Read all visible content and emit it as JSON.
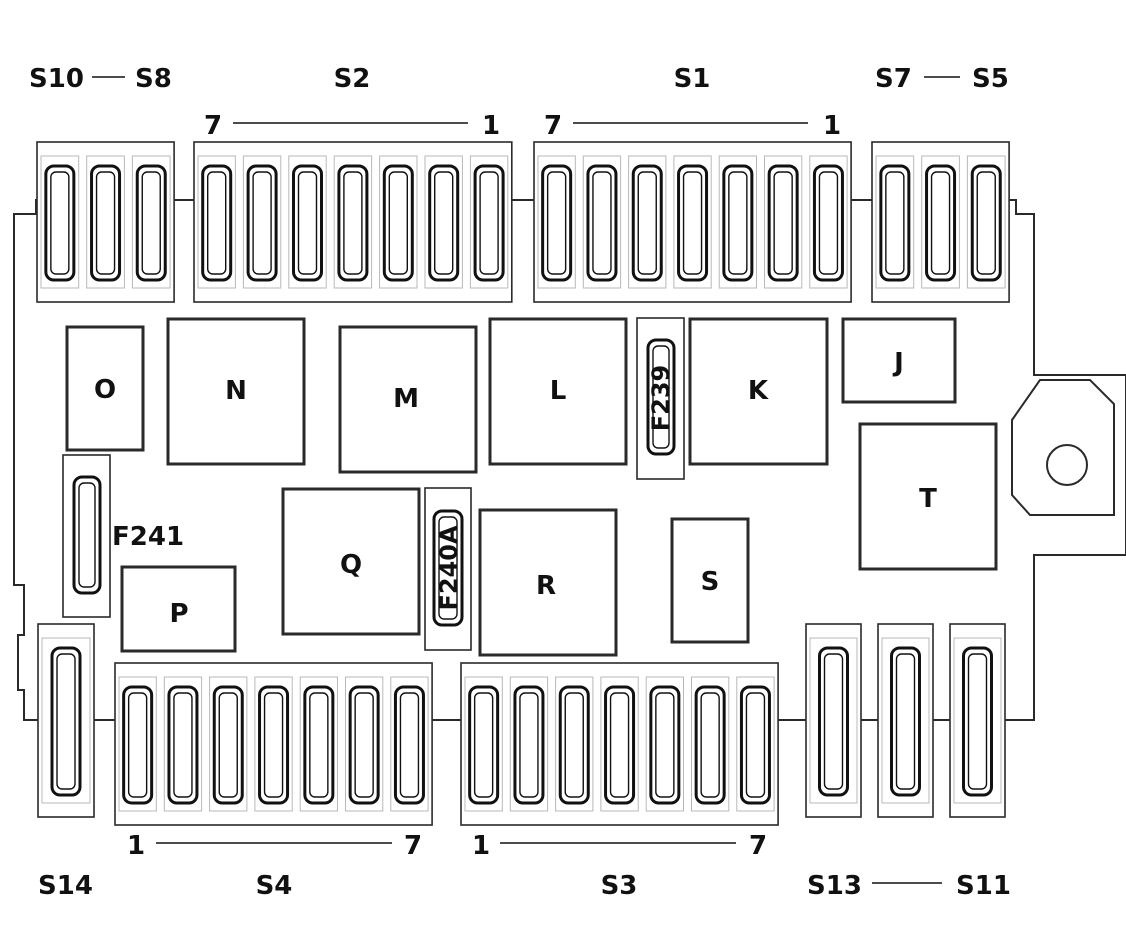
{
  "group_labels": {
    "s10": "S10",
    "s8": "S8",
    "s2": "S2",
    "s1": "S1",
    "s7": "S7",
    "s5": "S5",
    "s14": "S14",
    "s4": "S4",
    "s3": "S3",
    "s13": "S13",
    "s11": "S11"
  },
  "range_labels": {
    "s2_start": "7",
    "s2_end": "1",
    "s1_start": "7",
    "s1_end": "1",
    "s4_start": "1",
    "s4_end": "7",
    "s3_start": "1",
    "s3_end": "7"
  },
  "relays": {
    "o": "O",
    "n": "N",
    "m": "M",
    "l": "L",
    "k": "K",
    "j": "J",
    "t": "T",
    "q": "Q",
    "r": "R",
    "s": "S",
    "p": "P"
  },
  "fuses": {
    "f239": "F239",
    "f240a": "F240A",
    "f241": "F241"
  }
}
